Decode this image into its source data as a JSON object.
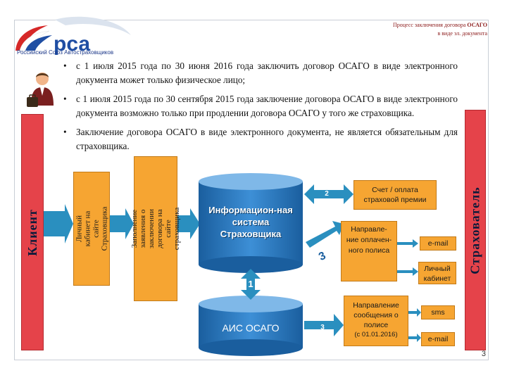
{
  "header": {
    "line1_prefix": "Процесс заключения договора ",
    "line1_bold": "ОСАГО",
    "line2": "в виде эл. документа"
  },
  "logo": {
    "text": "рса",
    "subtitle": "Российский Союз Автостраховщиков"
  },
  "bullets": [
    "с 1 июля 2015 года по 30 июня 2016 года заключить договор ОСАГО в виде электронного документа может только физическое лицо;",
    "с 1 июля 2015 года по 30 сентября 2015 года заключение договора ОСАГО в виде электронного документа возможно только при продлении договора ОСАГО у того же страховщика.",
    "Заключение договора ОСАГО в виде электронного документа, не является обязательным для страховщика."
  ],
  "diagram": {
    "client": "Клиент",
    "insured": "Страхователь",
    "cabinet": "Личный кабинет на сайте Страховщика",
    "application": "Заполнение заявления о заключении договора на сайте страховщика",
    "info_system": "Информацион-ная система Страховщика",
    "ais": "АИС ОСАГО",
    "invoice": "Счет / оплата страховой премии",
    "sending_paid": "Направле-ние оплачен-ного полиса",
    "email1": "e-mail",
    "personal_cabinet": "Личный кабинет",
    "sending_msg": "Направление сообщения о полисе",
    "sending_msg_date": "(с 01.01.2016)",
    "sms": "sms",
    "email2": "e-mail",
    "n1": "1",
    "n2": "2",
    "n3a": "3",
    "n3b": "3"
  },
  "colors": {
    "red": "#e5434a",
    "orange": "#f6a532",
    "blue": "#1f78c8",
    "teal": "#2a8fbf"
  },
  "page_number": "3"
}
